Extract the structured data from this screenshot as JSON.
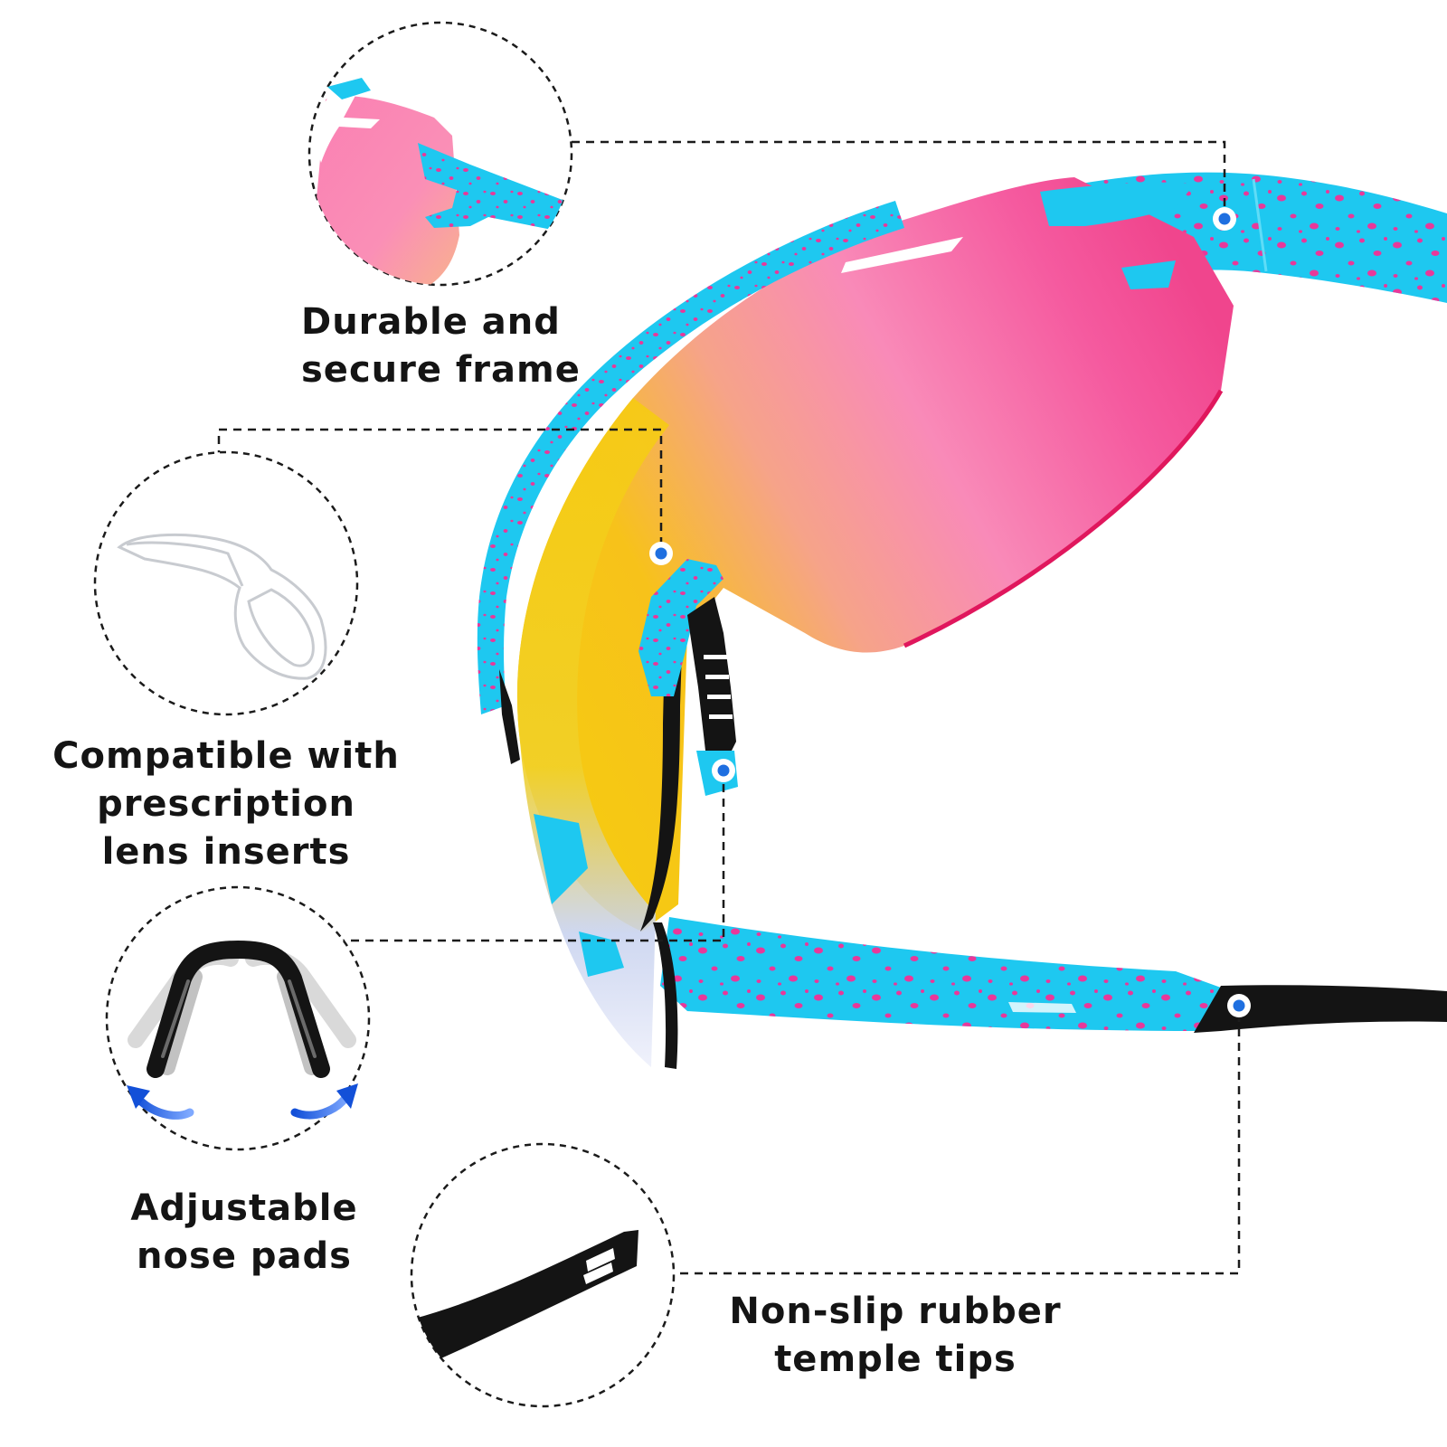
{
  "features": {
    "frame": {
      "line1": "Durable and",
      "line2": "secure frame",
      "icon": "frame-hinge-detail-icon"
    },
    "prescription": {
      "line1": "Compatible with",
      "line2": "prescription",
      "line3": "lens inserts",
      "icon": "prescription-insert-icon"
    },
    "nose": {
      "line1": "Adjustable",
      "line2": "nose pads",
      "icon": "nose-pad-icon"
    },
    "tips": {
      "line1": "Non-slip rubber",
      "line2": "temple tips",
      "icon": "temple-tip-icon"
    }
  },
  "colors": {
    "frame": "#1ec8f0",
    "speckle": "#e8389a",
    "lens_pink": "#f2468f",
    "lens_yellow": "#f7c815",
    "rubber": "#141414",
    "marker": "#1e6fe0"
  }
}
